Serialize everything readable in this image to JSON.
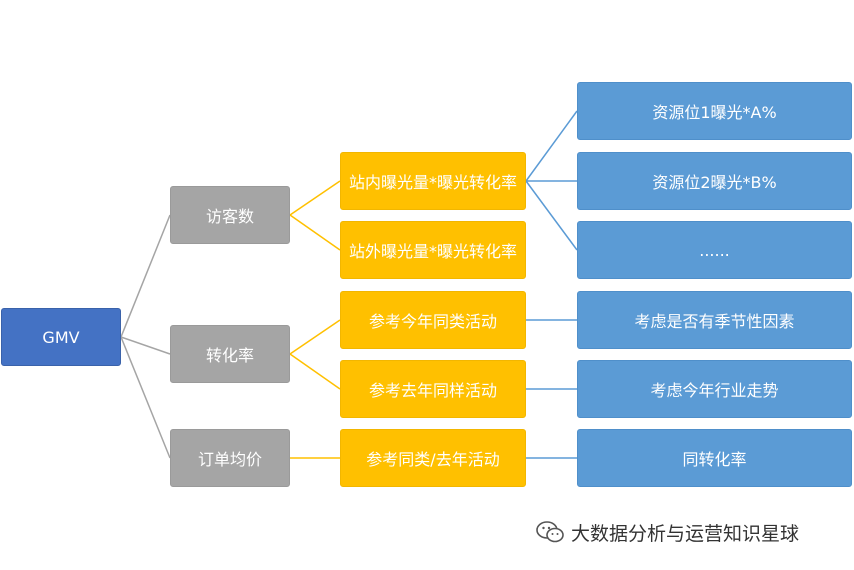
{
  "diagram": {
    "root": {
      "id": "gmv",
      "label": "GMV",
      "color": "#4472c4"
    },
    "level1": [
      {
        "id": "visitors",
        "label": "访客数",
        "color": "#a5a5a5"
      },
      {
        "id": "conversion",
        "label": "转化率",
        "color": "#a5a5a5"
      },
      {
        "id": "aov",
        "label": "订单均价",
        "color": "#a5a5a5"
      }
    ],
    "level2": [
      {
        "id": "onsite",
        "parent": "visitors",
        "label": "站内曝光量*曝光转化率",
        "color": "#ffc000"
      },
      {
        "id": "offsite",
        "parent": "visitors",
        "label": "站外曝光量*曝光转化率",
        "color": "#ffc000"
      },
      {
        "id": "ref-this-year",
        "parent": "conversion",
        "label": "参考今年同类活动",
        "color": "#ffc000"
      },
      {
        "id": "ref-last-year",
        "parent": "conversion",
        "label": "参考去年同样活动",
        "color": "#ffc000"
      },
      {
        "id": "ref-similar",
        "parent": "aov",
        "label": "参考同类/去年活动",
        "color": "#ffc000"
      }
    ],
    "level3": [
      {
        "id": "slot1",
        "parent": "onsite",
        "label": "资源位1曝光*A%",
        "color": "#5b9bd5"
      },
      {
        "id": "slot2",
        "parent": "onsite",
        "label": "资源位2曝光*B%",
        "color": "#5b9bd5"
      },
      {
        "id": "more",
        "parent": "onsite",
        "label": "......",
        "color": "#5b9bd5"
      },
      {
        "id": "seasonality",
        "parent": "ref-this-year",
        "label": "考虑是否有季节性因素",
        "color": "#5b9bd5"
      },
      {
        "id": "industry",
        "parent": "ref-last-year",
        "label": "考虑今年行业走势",
        "color": "#5b9bd5"
      },
      {
        "id": "same-conv",
        "parent": "ref-similar",
        "label": "同转化率",
        "color": "#5b9bd5"
      }
    ],
    "connector_colors": {
      "level1": "#a5a5a5",
      "level2": "#ffc000",
      "level3": "#5b9bd5"
    }
  },
  "watermark": {
    "text": "大数据分析与运营知识星球",
    "icon": "wechat-icon"
  }
}
